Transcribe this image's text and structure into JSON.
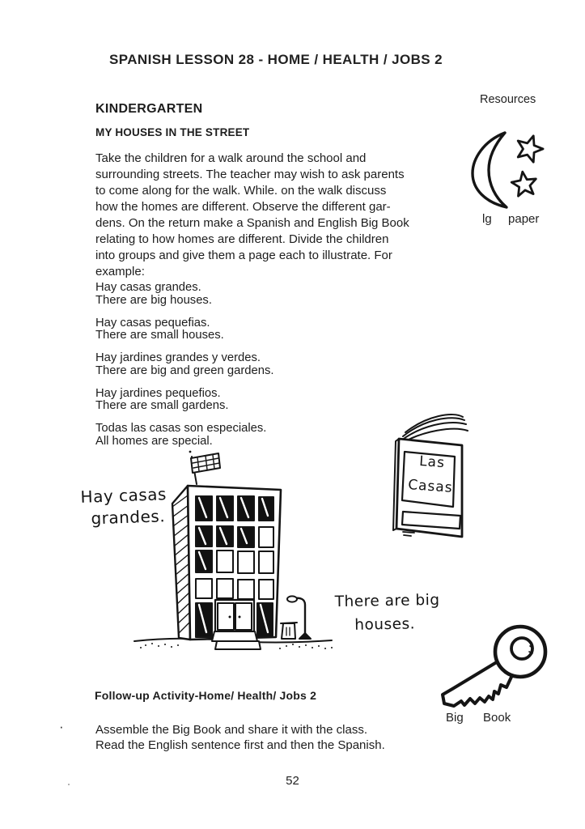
{
  "page": {
    "title": "SPANISH LESSON 28 - HOME / HEALTH / JOBS 2",
    "number": "52"
  },
  "resources": {
    "label": "Resources",
    "items": [
      {
        "icon": "moon-and-stars-icon",
        "caption": "lg  paper"
      },
      {
        "icon": "key-icon",
        "caption": "Big  Book"
      }
    ]
  },
  "lesson": {
    "level": "KINDERGARTEN",
    "activity_title": "MY HOUSES IN THE STREET",
    "instruction_lines": [
      "Take the children for a walk around the school and",
      "surrounding streets. The teacher may wish to ask parents",
      "to come along for the walk. While. on the walk discuss",
      "how the homes are different. Observe the different gar-",
      "dens. On the return make a Spanish and English Big Book",
      "relating to how homes are different. Divide the children",
      "into groups and give them a page each to illustrate. For",
      "example:"
    ],
    "phrase_pairs": [
      {
        "spanish": "Hay casas grandes.",
        "english": "There are big houses."
      },
      {
        "spanish": "Hay casas pequefias.",
        "english": "There are small houses."
      },
      {
        "spanish": "Hay jardines grandes y verdes.",
        "english": "There are big and green gardens."
      },
      {
        "spanish": "Hay jardines pequefios.",
        "english": "There are small gardens."
      },
      {
        "spanish": "Todas las casas son especiales.",
        "english": "All homes are special."
      }
    ]
  },
  "illustrations": {
    "building_caption_spanish_line1": "Hay casas",
    "building_caption_spanish_line2": "grandes.",
    "building_caption_english_line1": "There are big",
    "building_caption_english_line2": "houses.",
    "book_cover_line1": "Las",
    "book_cover_line2": "Casas"
  },
  "followup": {
    "heading": "Follow-up Activity-Home/ Health/ Jobs 2",
    "bullet": "·",
    "lines": [
      "Assemble the Big Book and share it with the class.",
      "Read the English sentence first and then the Spanish."
    ]
  }
}
